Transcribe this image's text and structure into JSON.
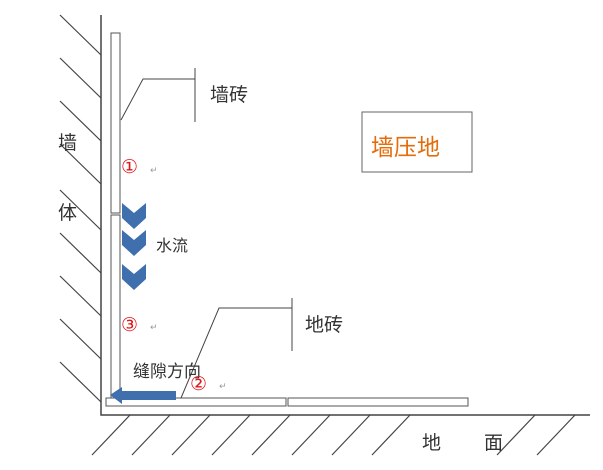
{
  "labels": {
    "wall_tile": "墙砖",
    "wall_1": "墙",
    "wall_2": "体",
    "water_flow": "水流",
    "floor_tile": "地砖",
    "gap_direction": "缝隙方向",
    "floor_1": "地",
    "floor_2": "面",
    "title_box": "墙压地"
  },
  "markers": {
    "m1": "①",
    "m2": "②",
    "m3": "③",
    "return": "↵"
  },
  "colors": {
    "arrow": "#3f6fad",
    "marker": "#e0161b",
    "title": "#e46c0a"
  }
}
